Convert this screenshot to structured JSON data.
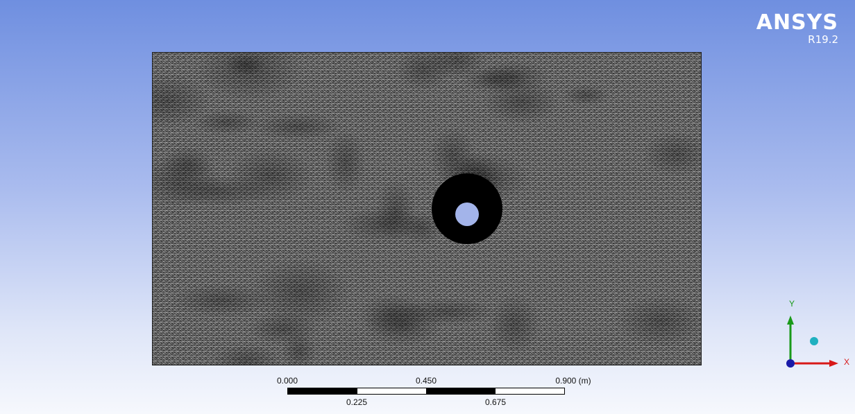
{
  "logo": {
    "name": "ANSYS",
    "version": "R19.2"
  },
  "viewport": {
    "content": "triangular-mesh",
    "mesh_color": "#cfcfcf",
    "background_color": "#3a3a3a",
    "refined_ring_color": "#000000",
    "hole_color": "#a3b4ea"
  },
  "scale": {
    "top_labels": [
      "0.000",
      "0.450",
      "0.900 (m)"
    ],
    "bottom_labels": [
      "0.225",
      "0.675"
    ]
  },
  "triad": {
    "y_label": "Y",
    "x_label": "X",
    "y_color": "#1a9a1a",
    "x_color": "#d81818",
    "z_color": "#1a1aa8",
    "iso_ball_color": "#1fb0c0"
  }
}
